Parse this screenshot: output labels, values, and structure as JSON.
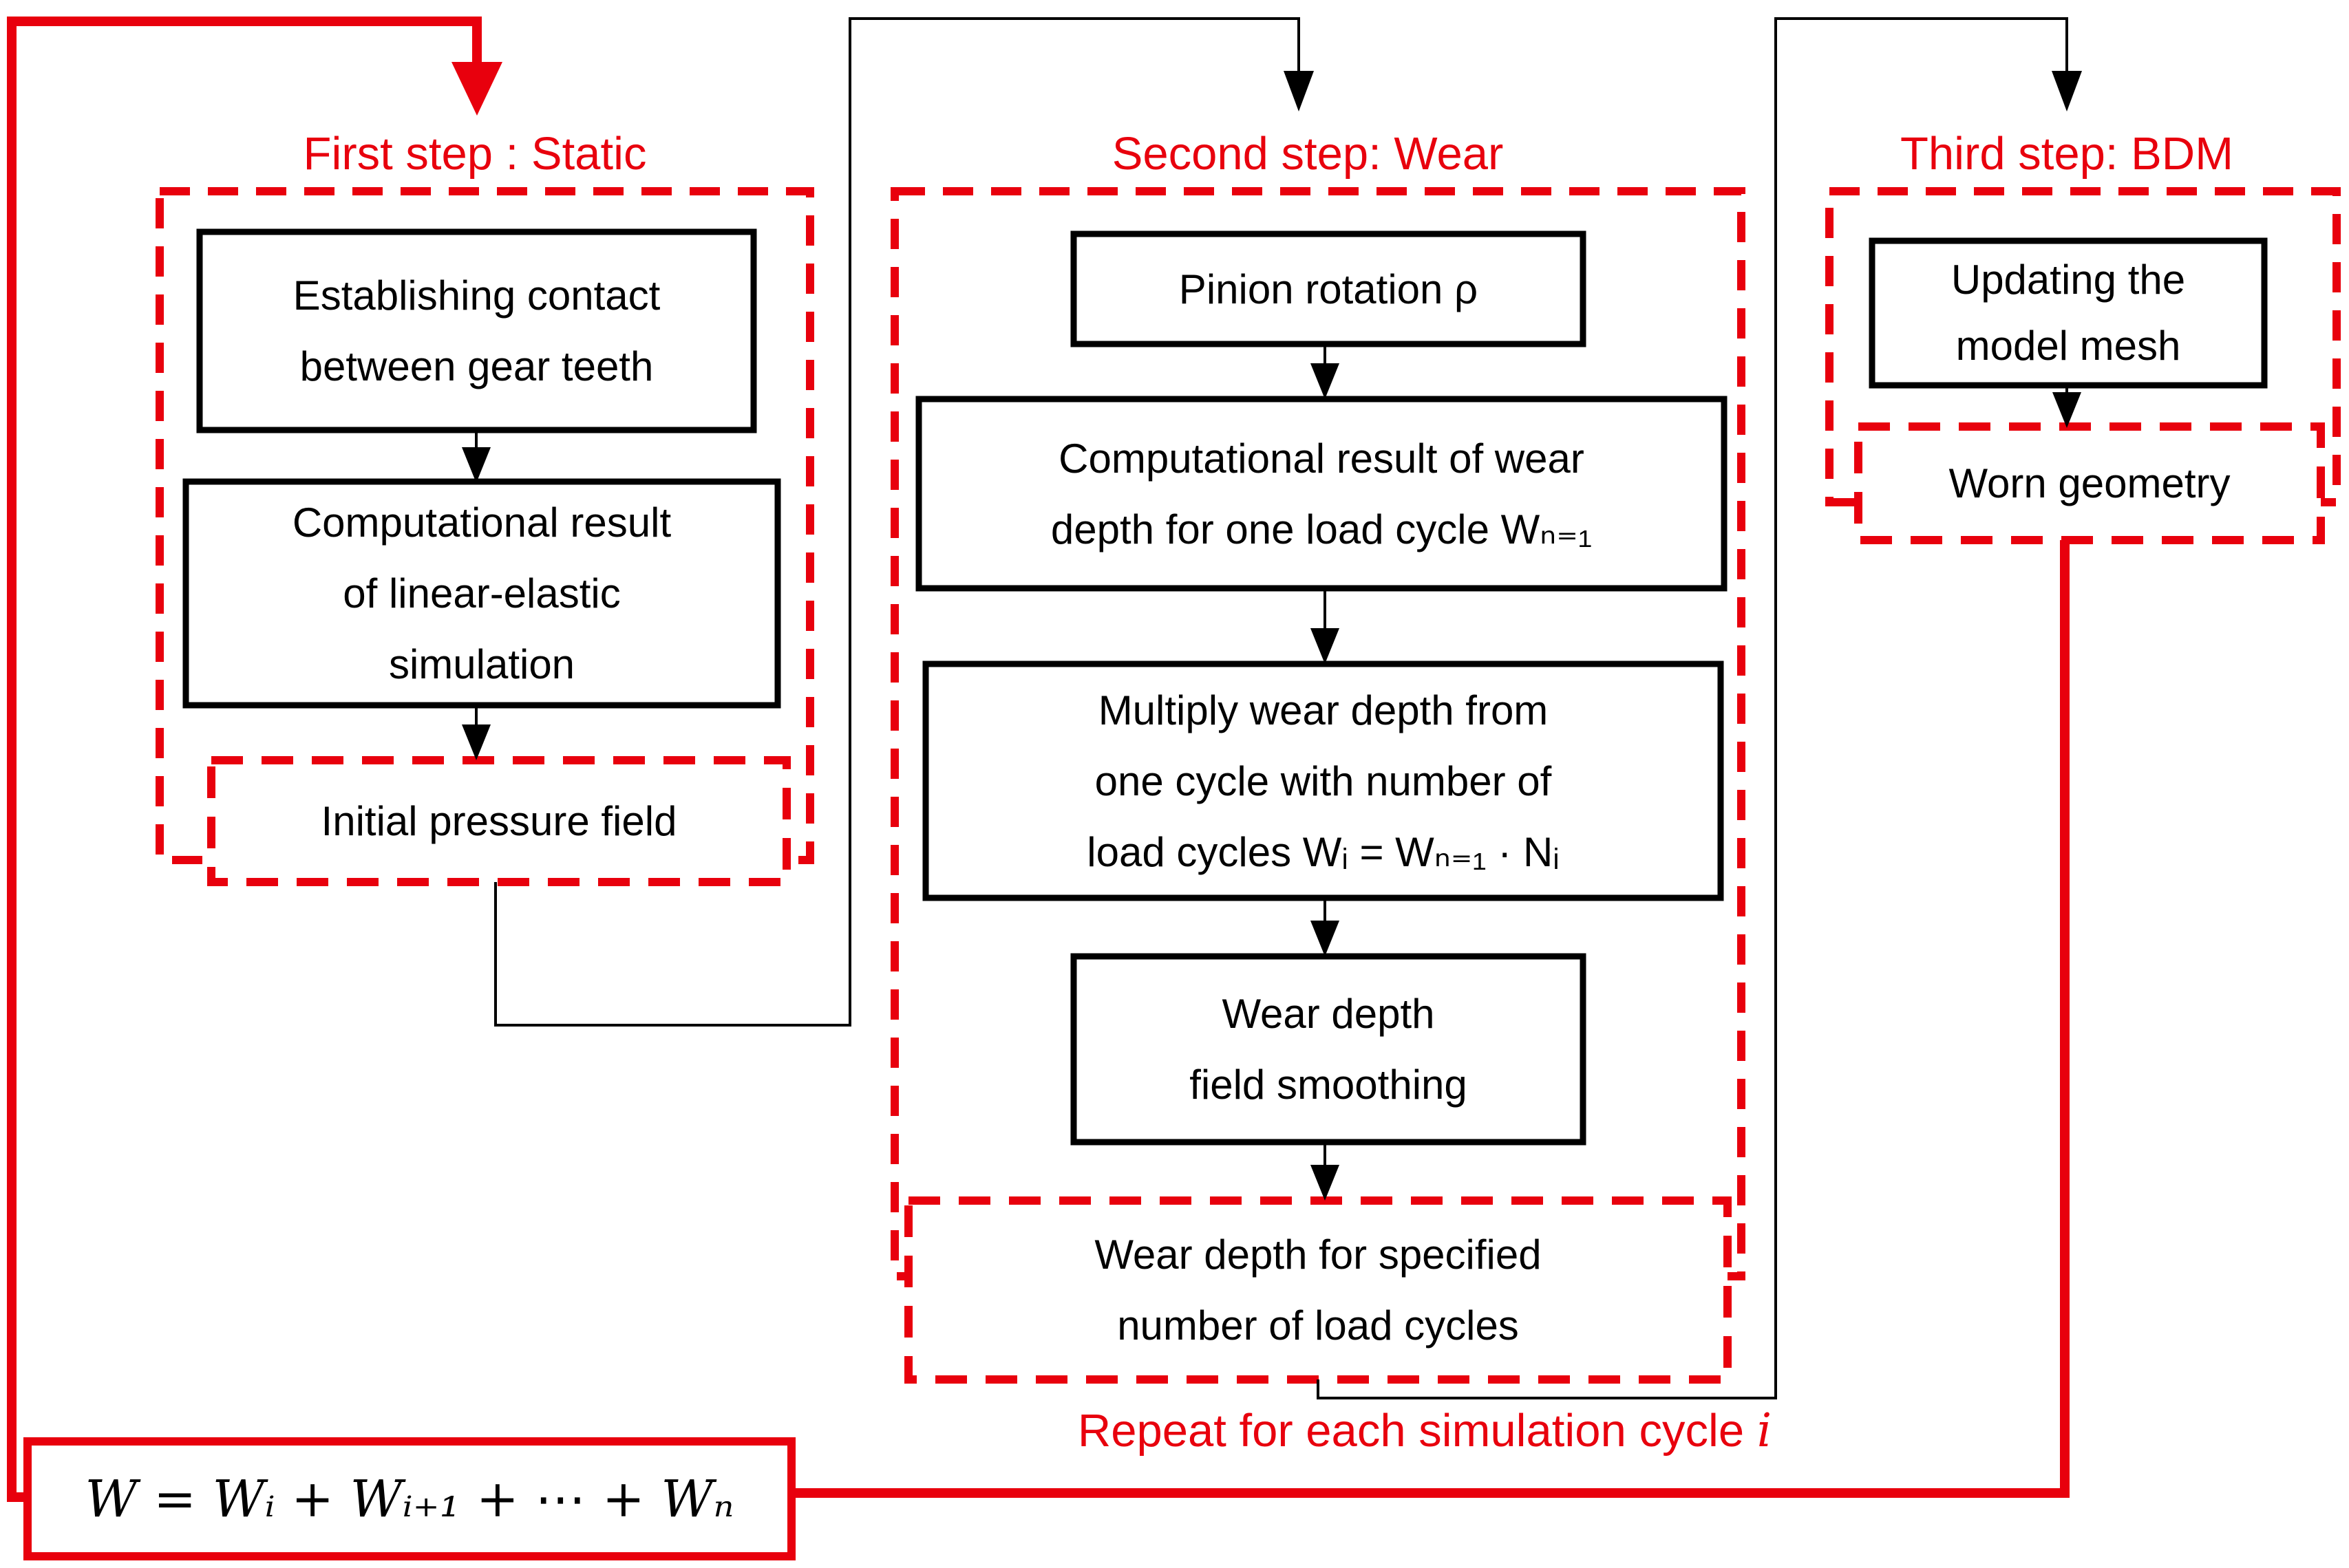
{
  "colors": {
    "red": "#e8000d",
    "black": "#000000",
    "background": "#ffffff"
  },
  "columns": [
    {
      "title": "First step : Static",
      "boxes": [
        {
          "name": "establishing-contact",
          "lines": [
            "Establishing contact",
            "between gear teeth"
          ]
        },
        {
          "name": "linear-elastic-result",
          "lines": [
            "Computational result",
            "of linear-elastic",
            "simulation"
          ]
        },
        {
          "name": "initial-pressure-field",
          "lines": [
            "Initial pressure field"
          ]
        }
      ]
    },
    {
      "title": "Second step: Wear",
      "boxes": [
        {
          "name": "pinion-rotation",
          "lines": [
            "Pinion rotation ρ"
          ]
        },
        {
          "name": "wear-depth-one-cycle",
          "lines": [
            "Computational result of wear",
            "depth for one load cycle Wₙ₌₁"
          ]
        },
        {
          "name": "multiply-wear-depth",
          "lines": [
            "Multiply wear depth from",
            "one cycle with number of",
            "load cycles Wᵢ = Wₙ₌₁ · Nᵢ"
          ]
        },
        {
          "name": "wear-depth-smoothing",
          "lines": [
            "Wear depth",
            "field smoothing"
          ]
        },
        {
          "name": "wear-depth-specified",
          "lines": [
            "Wear depth for specified",
            "number of load cycles"
          ]
        }
      ]
    },
    {
      "title": "Third step: BDM",
      "boxes": [
        {
          "name": "updating-model-mesh",
          "lines": [
            "Updating the",
            "model mesh"
          ]
        },
        {
          "name": "worn-geometry",
          "lines": [
            "Worn geometry"
          ]
        }
      ]
    }
  ],
  "footer": {
    "formula": "W = Wᵢ + Wᵢ₊₁ + ⋯ + Wₙ",
    "repeat_label": "Repeat for each simulation cycle ",
    "repeat_var": "i"
  }
}
